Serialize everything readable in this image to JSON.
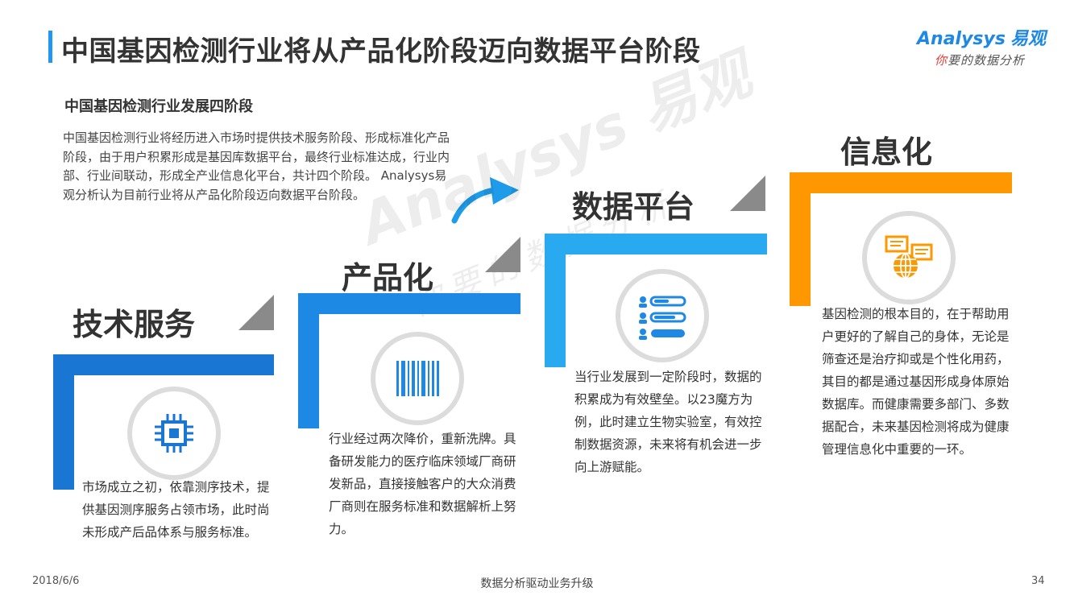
{
  "header": {
    "title": "中国基因检测行业将从产品化阶段迈向数据平台阶段",
    "logo_brand": "nalysys",
    "logo_brand_prefix": "A",
    "logo_cn": "易观",
    "logo_tagline_accent": "你",
    "logo_tagline": "要的数据分析"
  },
  "intro": {
    "subtitle": "中国基因检测行业发展四阶段",
    "body": "中国基因检测行业将经历进入市场时提供技术服务阶段、形成标准化产品阶段，由于用户积累形成是基因库数据平台，最终行业标准达成，行业内部、行业间联动，形成全产业信息化平台，共计四个阶段。 Analysys易观分析认为目前行业将从产品化阶段迈向数据平台阶段。"
  },
  "watermark": {
    "brand": "Analysys 易观",
    "tagline": "你要的数据分析"
  },
  "stages": [
    {
      "label": "技术服务",
      "icon": "chip-icon",
      "color": "#1976d2",
      "text": "市场成立之初，依靠测序技术，提供基因测序服务占领市场，此时尚未形成产后品体系与服务标准。"
    },
    {
      "label": "产品化",
      "icon": "barcode-icon",
      "color": "#1e88e5",
      "text": "行业经过两次降价，重新洗牌。具备研发能力的医疗临床领域厂商研发新品，直接接触客户的大众消费厂商则在服务标准和数据解析上努力。"
    },
    {
      "label": "数据平台",
      "icon": "data-list-icon",
      "color": "#29a9f0",
      "text": "当行业发展到一定阶段时，数据的积累成为有效壁垒。以23魔方为例，此时建立生物实验室，有效控制数据资源，未来将有机会进一步向上游赋能。"
    },
    {
      "label": "信息化",
      "icon": "globe-document-icon",
      "color": "#ff9800",
      "text": "基因检测的根本目的，在于帮助用户更好的了解自己的身体，无论是筛查还是治疗抑或是个性化用药，其目的都是通过基因形成身体原始数据库。而健康需要多部门、多数据配合，未来基因检测将成为健康管理信息化中重要的一环。"
    }
  ],
  "colors": {
    "accent_blue": "#2196f3",
    "triangle_gray": "#8a8a8a",
    "circle_border": "#dcdcdc",
    "orange": "#ff9800"
  },
  "footer": {
    "date": "2018/6/6",
    "center": "数据分析驱动业务升级",
    "page": "34"
  }
}
